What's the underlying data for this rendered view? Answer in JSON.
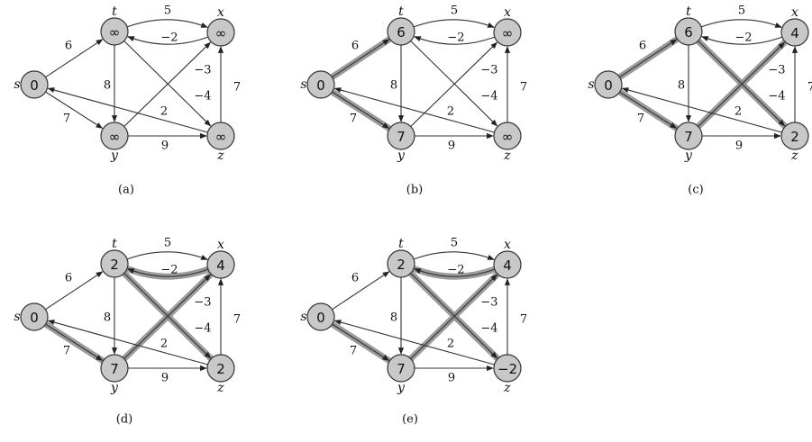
{
  "edges": [
    {
      "id": "s-t",
      "from": "s",
      "to": "t",
      "weight": "6"
    },
    {
      "id": "s-y",
      "from": "s",
      "to": "y",
      "weight": "7"
    },
    {
      "id": "t-x",
      "from": "t",
      "to": "x",
      "weight": "5"
    },
    {
      "id": "x-t",
      "from": "x",
      "to": "t",
      "weight": "−2"
    },
    {
      "id": "t-y",
      "from": "t",
      "to": "y",
      "weight": "8"
    },
    {
      "id": "t-z",
      "from": "t",
      "to": "z",
      "weight": "−4"
    },
    {
      "id": "y-x",
      "from": "y",
      "to": "x",
      "weight": "−3"
    },
    {
      "id": "y-z",
      "from": "y",
      "to": "z",
      "weight": "9"
    },
    {
      "id": "z-x",
      "from": "z",
      "to": "x",
      "weight": "7"
    },
    {
      "id": "z-s",
      "from": "z",
      "to": "s",
      "weight": "2"
    }
  ],
  "panels": [
    {
      "caption": "(a)",
      "values": {
        "s": "0",
        "t": "∞",
        "x": "∞",
        "y": "∞",
        "z": "∞"
      },
      "shaded_edges": []
    },
    {
      "caption": "(b)",
      "values": {
        "s": "0",
        "t": "6",
        "x": "∞",
        "y": "7",
        "z": "∞"
      },
      "shaded_edges": [
        "s-t",
        "s-y"
      ]
    },
    {
      "caption": "(c)",
      "values": {
        "s": "0",
        "t": "6",
        "x": "4",
        "y": "7",
        "z": "2"
      },
      "shaded_edges": [
        "s-t",
        "s-y",
        "y-x",
        "t-z"
      ]
    },
    {
      "caption": "(d)",
      "values": {
        "s": "0",
        "t": "2",
        "x": "4",
        "y": "7",
        "z": "2"
      },
      "shaded_edges": [
        "s-y",
        "y-x",
        "x-t",
        "t-z"
      ]
    },
    {
      "caption": "(e)",
      "values": {
        "s": "0",
        "t": "2",
        "x": "4",
        "y": "7",
        "z": "−2"
      },
      "shaded_edges": [
        "s-y",
        "y-x",
        "x-t",
        "t-z"
      ]
    }
  ]
}
